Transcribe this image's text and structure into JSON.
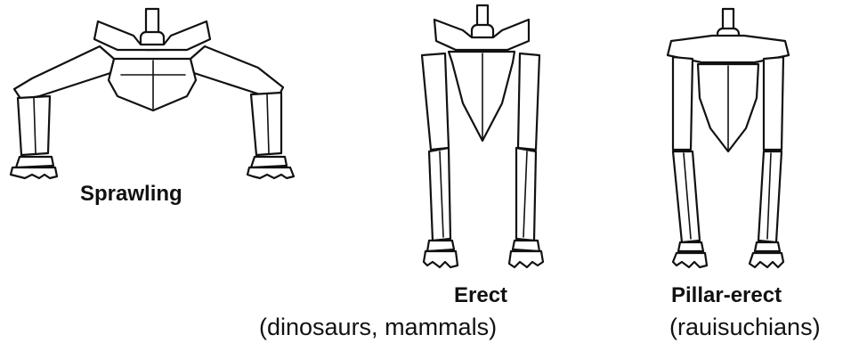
{
  "figures": [
    {
      "id": "sprawling",
      "label": "Sprawling",
      "sub": ""
    },
    {
      "id": "erect",
      "label": "Erect",
      "sub": "(dinosaurs, mammals)"
    },
    {
      "id": "pillar",
      "label": "Pillar-erect",
      "sub": "(rauisuchians)"
    }
  ],
  "colors": {
    "line": "#111111",
    "background": "#ffffff"
  }
}
